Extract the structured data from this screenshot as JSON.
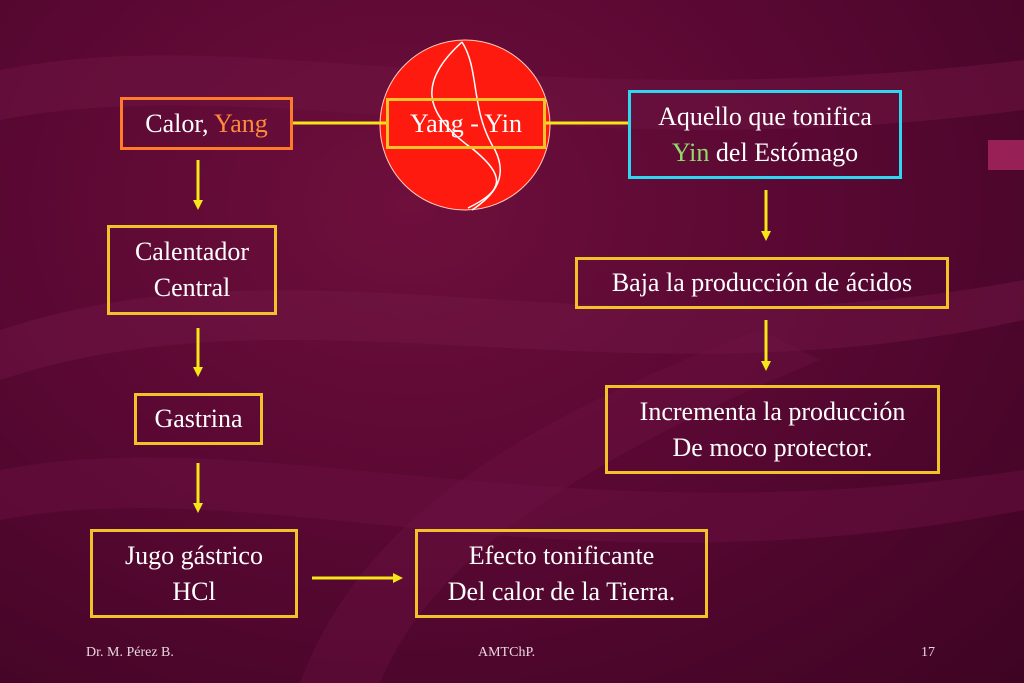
{
  "colors": {
    "background": "#5a0833",
    "box_border": "#f2c22b",
    "arrow": "#f5e617",
    "calor_border": "#ff7a2a",
    "aquello_border": "#2fd6f0",
    "yang_text": "#ff8a3c",
    "yin_text": "#8fdc6e",
    "circle_fill": "#ff1a10"
  },
  "diagram": {
    "center": {
      "label": "Yang - Yin"
    },
    "calor": {
      "word": "Calor,",
      "highlight": "Yang"
    },
    "aquello": {
      "line1": "Aquello que tonifica",
      "highlight": "Yin",
      "line2_rest": "del Estómago"
    },
    "calentador": {
      "line1": "Calentador",
      "line2": "Central"
    },
    "gastrina": {
      "label": "Gastrina"
    },
    "jugo": {
      "line1": "Jugo gástrico",
      "line2": "HCl"
    },
    "efecto": {
      "line1": "Efecto tonificante",
      "line2": "Del calor de la Tierra."
    },
    "baja": {
      "label": "Baja la producción de ácidos"
    },
    "incrementa": {
      "line1": "Incrementa la producción",
      "line2": "De moco protector."
    }
  },
  "footer": {
    "author": "Dr. M. Pérez B.",
    "center": "AMTChP.",
    "page": "17"
  }
}
